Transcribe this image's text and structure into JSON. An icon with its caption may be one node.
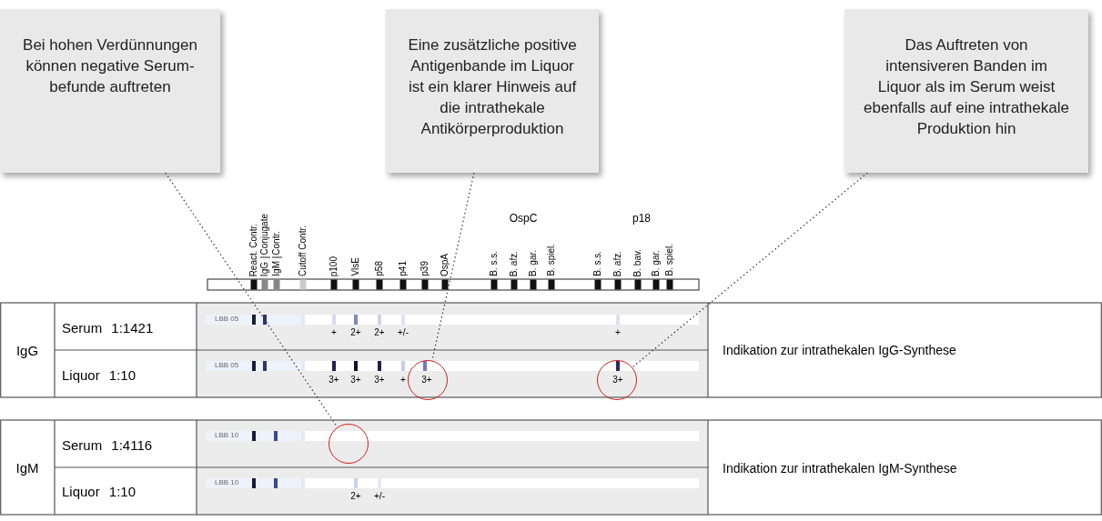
{
  "diagram": {
    "nodes": [
      {
        "text": [
          "Bei hohen Verdünnungen können negative Serum-befunde auftreten"
        ]
      },
      {
        "text": [
          "Eine zusätzliche positive Antigenbande im Liquor ist ein klarer Hinweis auf die intrathekale Antikörperproduktion"
        ]
      },
      {
        "text": [
          "Das Auftreten von intensiveren Banden im Liquor als im Serum weist ebenfalls auf eine intrathekale Produktion hin"
        ]
      },
      {
        "text": [],
        "shape": "circle"
      },
      {
        "text": [],
        "shape": "circle"
      },
      {
        "text": [],
        "shape": "circle"
      }
    ],
    "edges": [
      {
        "from": 0,
        "to": 5,
        "arrow": "none",
        "style": "dashed"
      },
      {
        "from": 1,
        "to": 3,
        "arrow": "none",
        "style": "dashed"
      },
      {
        "from": 2,
        "to": 4,
        "arrow": "none",
        "style": "dashed"
      }
    ],
    "labels": [
      "OspC",
      "p18",
      "React. Contr.",
      "IgG",
      "Conjugate",
      "IgM",
      "Contr.",
      "Cutoff Contr.",
      "p100",
      "VlsE",
      "p58",
      "p41",
      "p39",
      "OspA",
      "B. s.s.",
      "B. afz.",
      "B. gar.",
      "B. spiel.",
      "B. s.s.",
      "B. afz.",
      "B. bav.",
      "B. gar.",
      "B. spiel.",
      "IgG",
      "Serum 1:1421",
      "LBB 05",
      "+",
      "2+",
      "2+",
      "+/-",
      "+",
      "Indikation zur intrathekalen IgG-Synthese",
      "Liquor 1:10",
      "LBB 05",
      "3+",
      "3+",
      "3+",
      "+",
      "3+",
      "3+",
      "IgM",
      "Serum 1:4116",
      "LBB 10",
      "Indikation zur intrathekalen IgM-Synthese",
      "Liquor 1:10",
      "LBB 10",
      "2+",
      "+/-"
    ]
  }
}
